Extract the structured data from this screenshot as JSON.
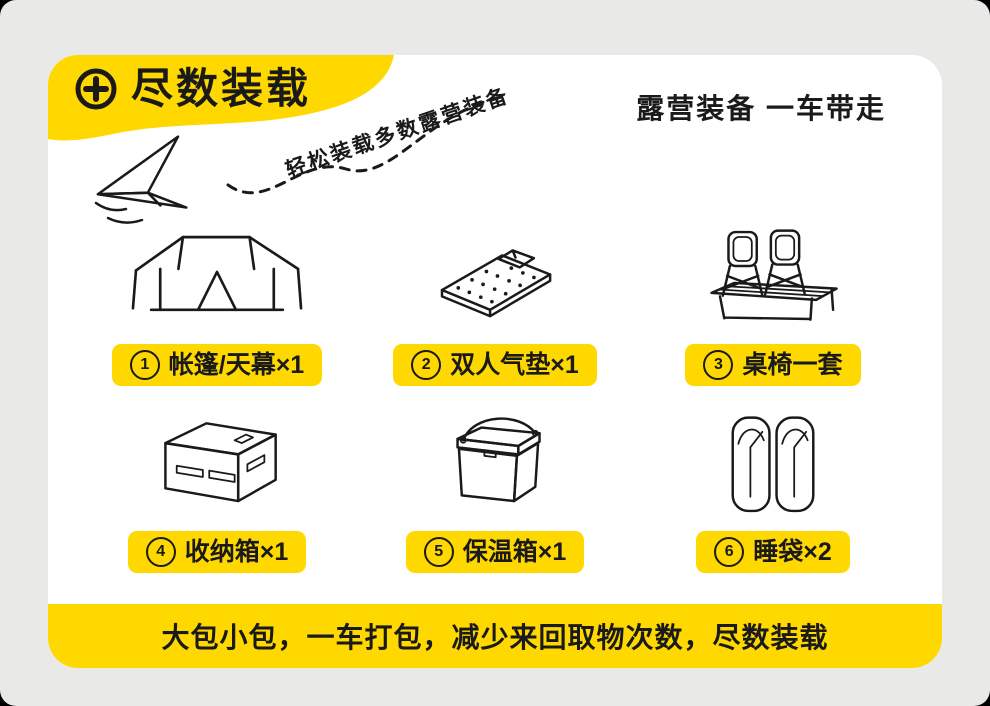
{
  "theme": {
    "background": "#e9e9e7",
    "card": "#ffffff",
    "accent_yellow": "#ffd800",
    "ink": "#1a1a1a"
  },
  "header": {
    "badge_icon": "plus-circle-icon",
    "badge_title": "尽数装载",
    "right_heading": "露营装备 一车带走",
    "tagline": "轻松装载多数露营装备",
    "doodle_icon": "paper-plane-icon"
  },
  "items": [
    {
      "number": "1",
      "label": "帐篷/天幕×1",
      "icon": "tent-icon"
    },
    {
      "number": "2",
      "label": "双人气垫×1",
      "icon": "air-mattress-icon"
    },
    {
      "number": "3",
      "label": "桌椅一套",
      "icon": "table-chairs-icon"
    },
    {
      "number": "4",
      "label": "收纳箱×1",
      "icon": "storage-box-icon"
    },
    {
      "number": "5",
      "label": "保温箱×1",
      "icon": "cooler-box-icon"
    },
    {
      "number": "6",
      "label": "睡袋×2",
      "icon": "sleeping-bags-icon"
    }
  ],
  "footer": {
    "banner": "大包小包，一车打包，减少来回取物次数，尽数装载"
  }
}
